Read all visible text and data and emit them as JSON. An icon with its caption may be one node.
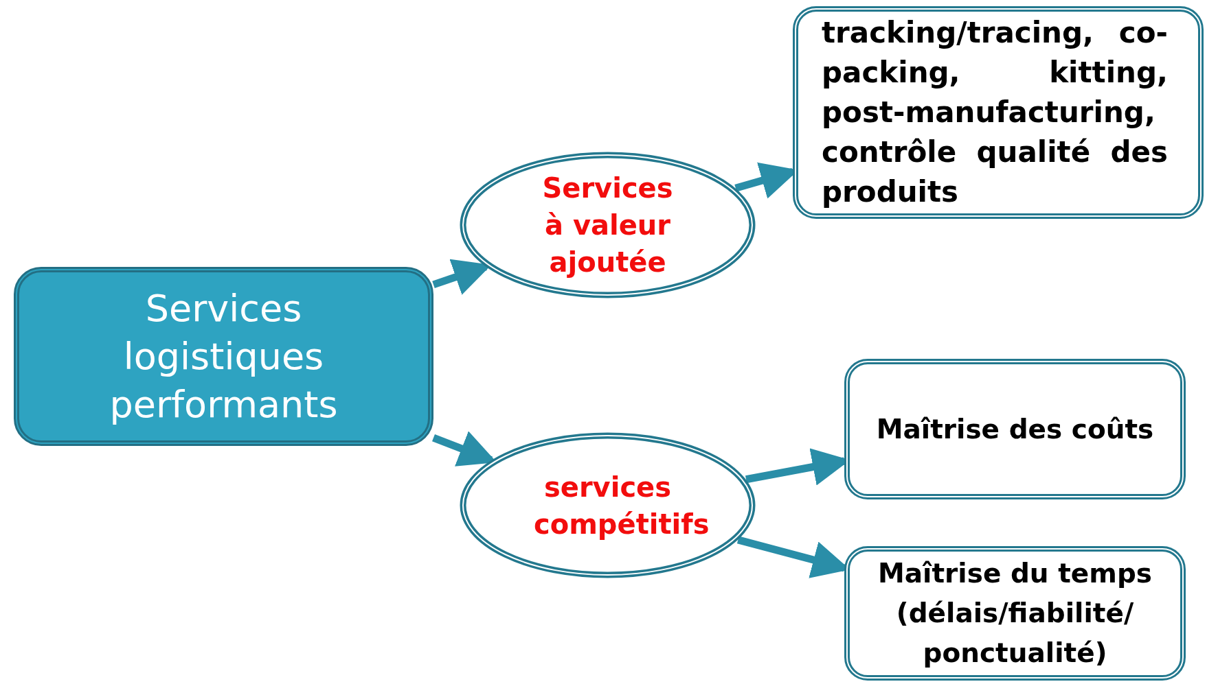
{
  "diagram": {
    "nodes": [
      {
        "text": [
          "Services logistiques performants"
        ]
      },
      {
        "text": [
          "Services à valeur ajoutée"
        ]
      },
      {
        "text": [
          "tracking/tracing, co-packing, kitting, post-manufacturing, contrôle qualité des produits"
        ]
      },
      {
        "text": [
          "services compétitifs"
        ]
      },
      {
        "text": [
          "Maîtrise des coûts"
        ]
      },
      {
        "text": [
          "Maîtrise du temps (délais/fiabilité/ ponctualité)"
        ]
      }
    ],
    "edges": [
      {
        "from": 0,
        "to": 1,
        "arrow": "to"
      },
      {
        "from": 1,
        "to": 2,
        "arrow": "to"
      },
      {
        "from": 0,
        "to": 3,
        "arrow": "to"
      },
      {
        "from": 3,
        "to": 4,
        "arrow": "to"
      },
      {
        "from": 3,
        "to": 5,
        "arrow": "to"
      }
    ]
  }
}
